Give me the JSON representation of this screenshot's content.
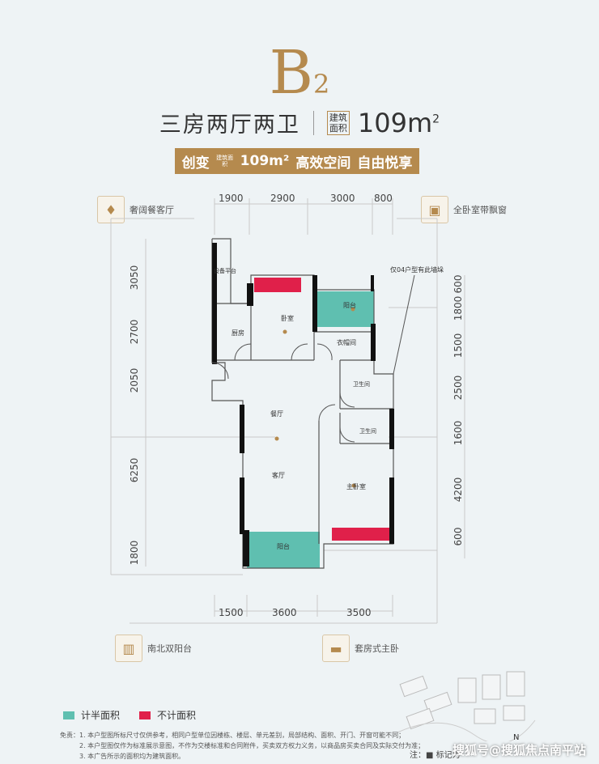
{
  "header": {
    "unit_letter": "B",
    "unit_number": "2",
    "rooms": "三房两厅两卫",
    "area_label": "建筑面积",
    "area_value": "109m",
    "area_sup": "2"
  },
  "banner": {
    "prefix": "创变",
    "mini_label": "建筑面积",
    "area": "109m²",
    "slogan1": "高效空间",
    "slogan2": "自由悦享"
  },
  "features": {
    "top_left": "奢阔餐客厅",
    "top_right": "全卧室带飘窗",
    "bottom_left": "南北双阳台",
    "bottom_right": "套房式主卧"
  },
  "dims": {
    "top": [
      "1900",
      "2900",
      "3000",
      "800"
    ],
    "bottom": [
      "1500",
      "3600",
      "3500"
    ],
    "left": [
      "3050",
      "2700",
      "2050",
      "6250",
      "1800"
    ],
    "right": [
      "600",
      "1800",
      "1500",
      "2500",
      "1600",
      "4200",
      "600"
    ]
  },
  "rooms": {
    "equipment": "设备平台",
    "kitchen": "厨房",
    "bedroom": "卧室",
    "balcony_n": "阳台",
    "closet": "衣帽间",
    "bath1": "卫生间",
    "bath2": "卫生间",
    "dining": "餐厅",
    "living": "客厅",
    "master": "主卧室",
    "balcony_s": "阳台",
    "annotation": "仅04户型有此墙垛"
  },
  "legend": {
    "half": "计半面积",
    "none": "不计面积",
    "half_color": "#5fbfb0",
    "none_color": "#e0204a"
  },
  "notes": {
    "l1": "免责：1. 本户型图所标尺寸仅供参考，相同户型单位因楼栋、楼层、单元差别，局部结构、面积、开门、开窗可能不同；",
    "l2": "2. 本户型图仅作为标准展示意图，不作为交楼标准和合同附件，买卖双方权力义务，以商品房买卖合同及实际交付为准；",
    "l3": "3. 本广告所示的面积均为建筑面积。"
  },
  "map_note": "注：■ 标记为",
  "map_north": "N",
  "watermark": "搜狐号@搜狐焦点南平站",
  "colors": {
    "gold": "#b58a4e",
    "wall": "#111111"
  }
}
